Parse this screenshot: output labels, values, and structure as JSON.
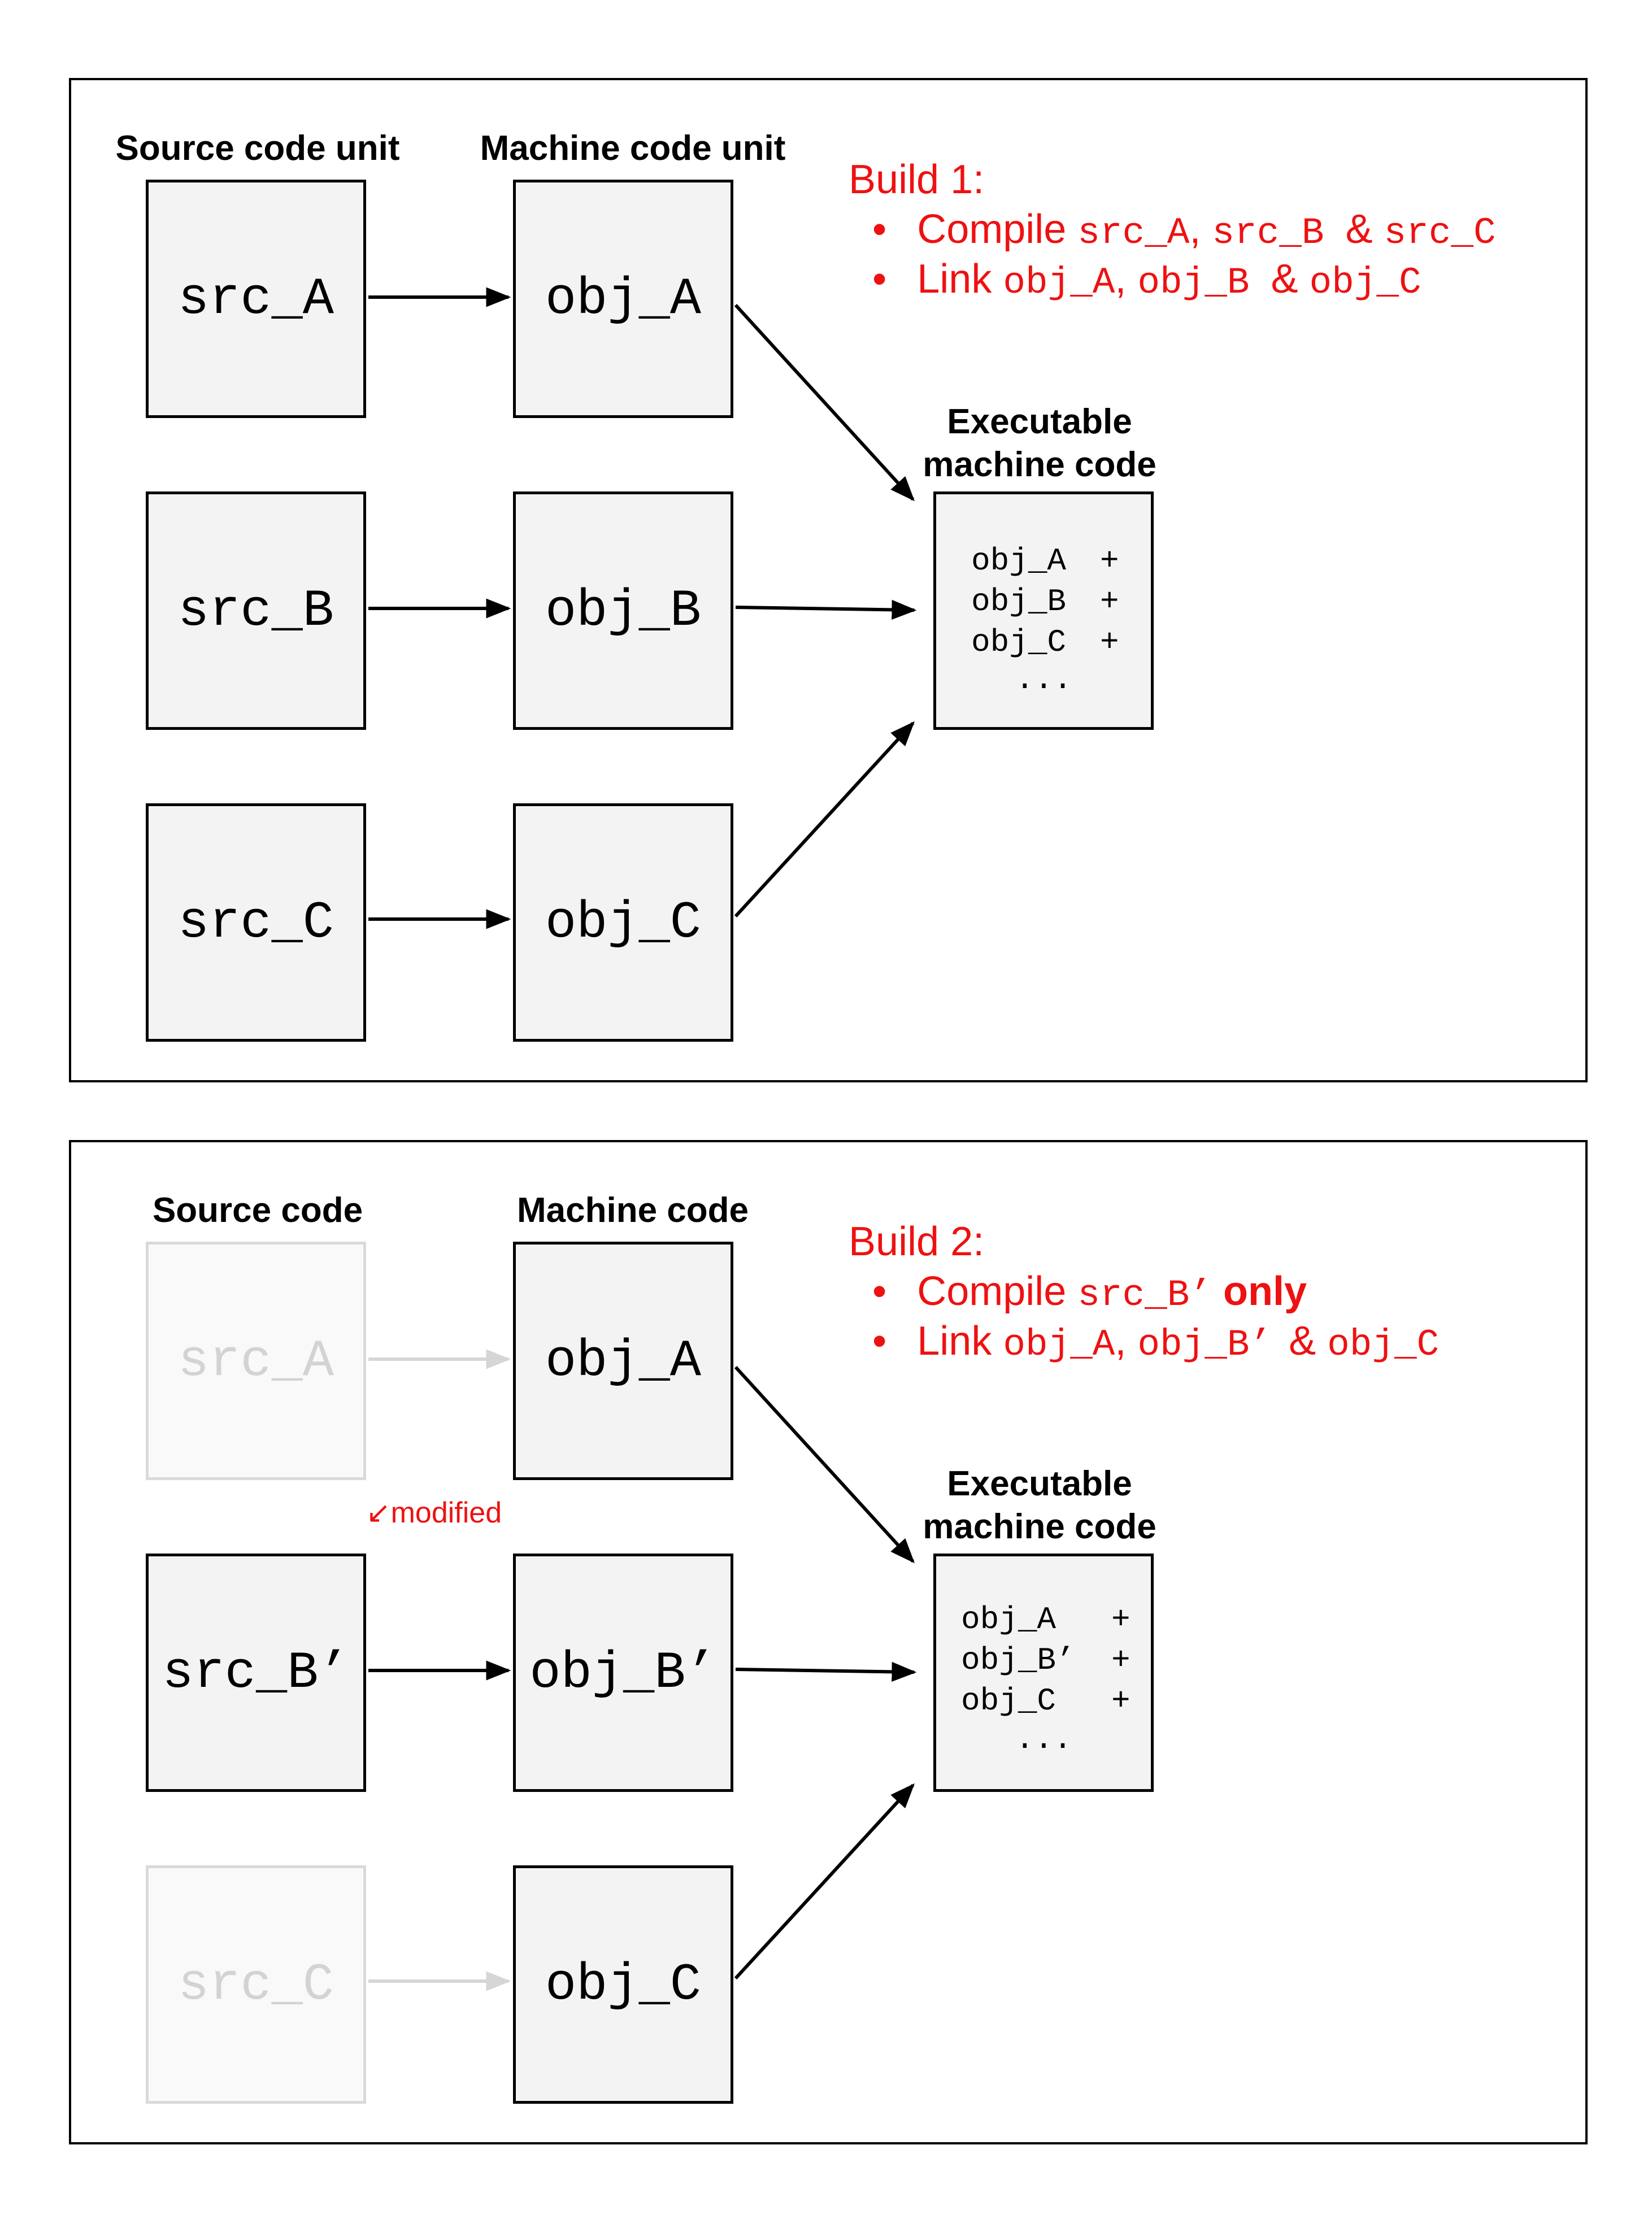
{
  "build1": {
    "headers": {
      "source": "Source code unit",
      "machine": "Machine code unit",
      "exe_line1": "Executable",
      "exe_line2": "machine code"
    },
    "sources": [
      "src_A",
      "src_B",
      "src_C"
    ],
    "objects": [
      "obj_A",
      "obj_B",
      "obj_C"
    ],
    "exe_lines": [
      {
        "name": "obj_A",
        "plus": "+"
      },
      {
        "name": "obj_B",
        "plus": "+"
      },
      {
        "name": "obj_C",
        "plus": "+"
      }
    ],
    "exe_more": "...",
    "label": {
      "title": "Build 1:",
      "compile_word": "Compile",
      "compile_a": "src_A",
      "sep1": ",",
      "compile_b": "src_B",
      "amp": "&",
      "compile_c": "src_C",
      "link_word": "Link",
      "link_a": "obj_A",
      "sep2": ",",
      "link_b": "obj_B",
      "link_amp": "&",
      "link_c": "obj_C"
    }
  },
  "build2": {
    "headers": {
      "source": "Source code",
      "machine": "Machine code",
      "exe_line1": "Executable",
      "exe_line2": "machine code"
    },
    "sources": [
      "src_A",
      "src_B’",
      "src_C"
    ],
    "objects": [
      "obj_A",
      "obj_B’",
      "obj_C"
    ],
    "exe_lines": [
      {
        "name": "obj_A",
        "plus": "+"
      },
      {
        "name": "obj_B’",
        "plus": "+"
      },
      {
        "name": "obj_C",
        "plus": "+"
      }
    ],
    "exe_more": "...",
    "modified_note": "modified",
    "modified_arrow": "↙",
    "label": {
      "title": "Build 2:",
      "compile_word": "Compile",
      "compile_b": "src_B’",
      "only": "only",
      "link_word": "Link",
      "link_a": "obj_A",
      "sep": ",",
      "link_b": "obj_B’",
      "link_amp": "&",
      "link_c": "obj_C"
    },
    "bullet": "•"
  },
  "colors": {
    "accent": "#ee1111",
    "faded": "#d3d3d3",
    "box_fill": "#f3f3f3"
  }
}
